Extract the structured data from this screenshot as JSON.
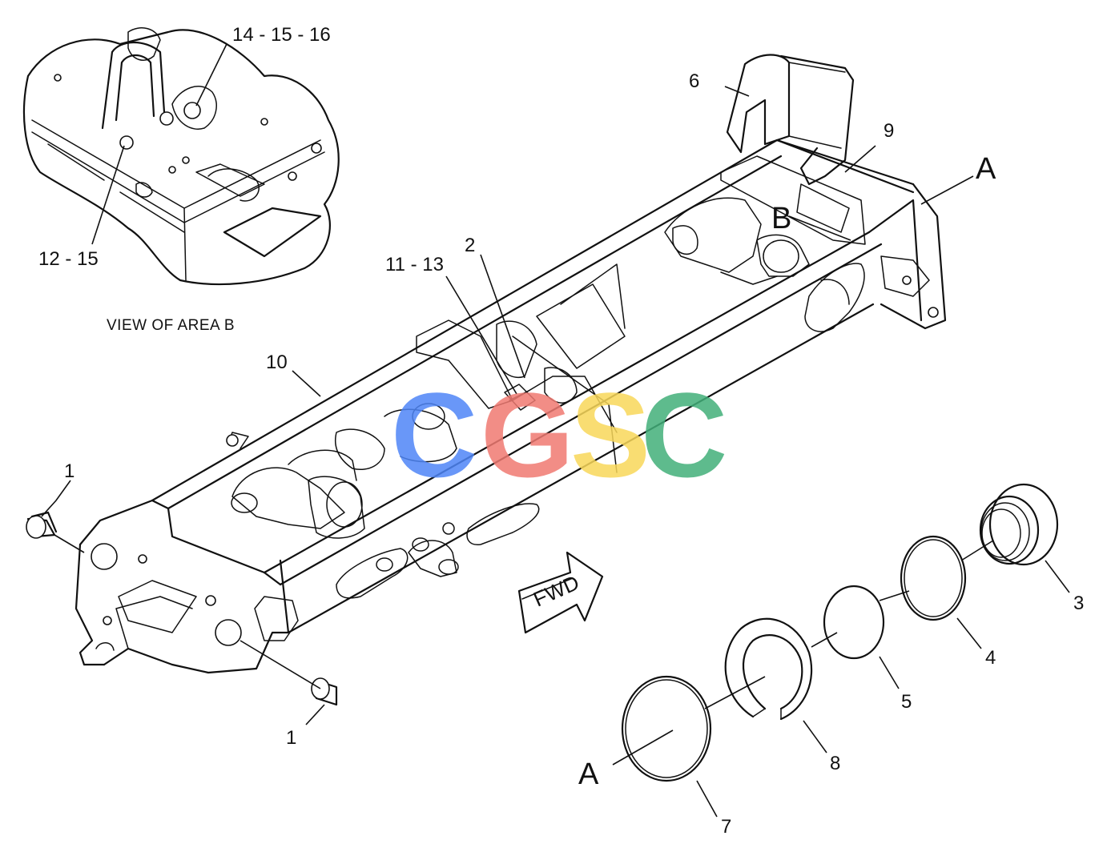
{
  "labels": {
    "l1a": "1",
    "l1b": "1",
    "l2": "2",
    "l3": "3",
    "l4": "4",
    "l5": "5",
    "l6": "6",
    "l7": "7",
    "l8": "8",
    "l9": "9",
    "l10": "10",
    "l11_13": "11 - 13",
    "l12_15": "12 - 15",
    "l14_15_16": "14 - 15 - 16",
    "lA_right": "A",
    "lA_left": "A",
    "lB": "B"
  },
  "view_caption": "VIEW OF AREA B",
  "fwd_arrow": "FWD",
  "watermark": {
    "letters": [
      "C",
      "G",
      "S",
      "C"
    ],
    "colors": [
      "#4f86f7",
      "#f07a72",
      "#f9d85a",
      "#42b07a"
    ]
  }
}
